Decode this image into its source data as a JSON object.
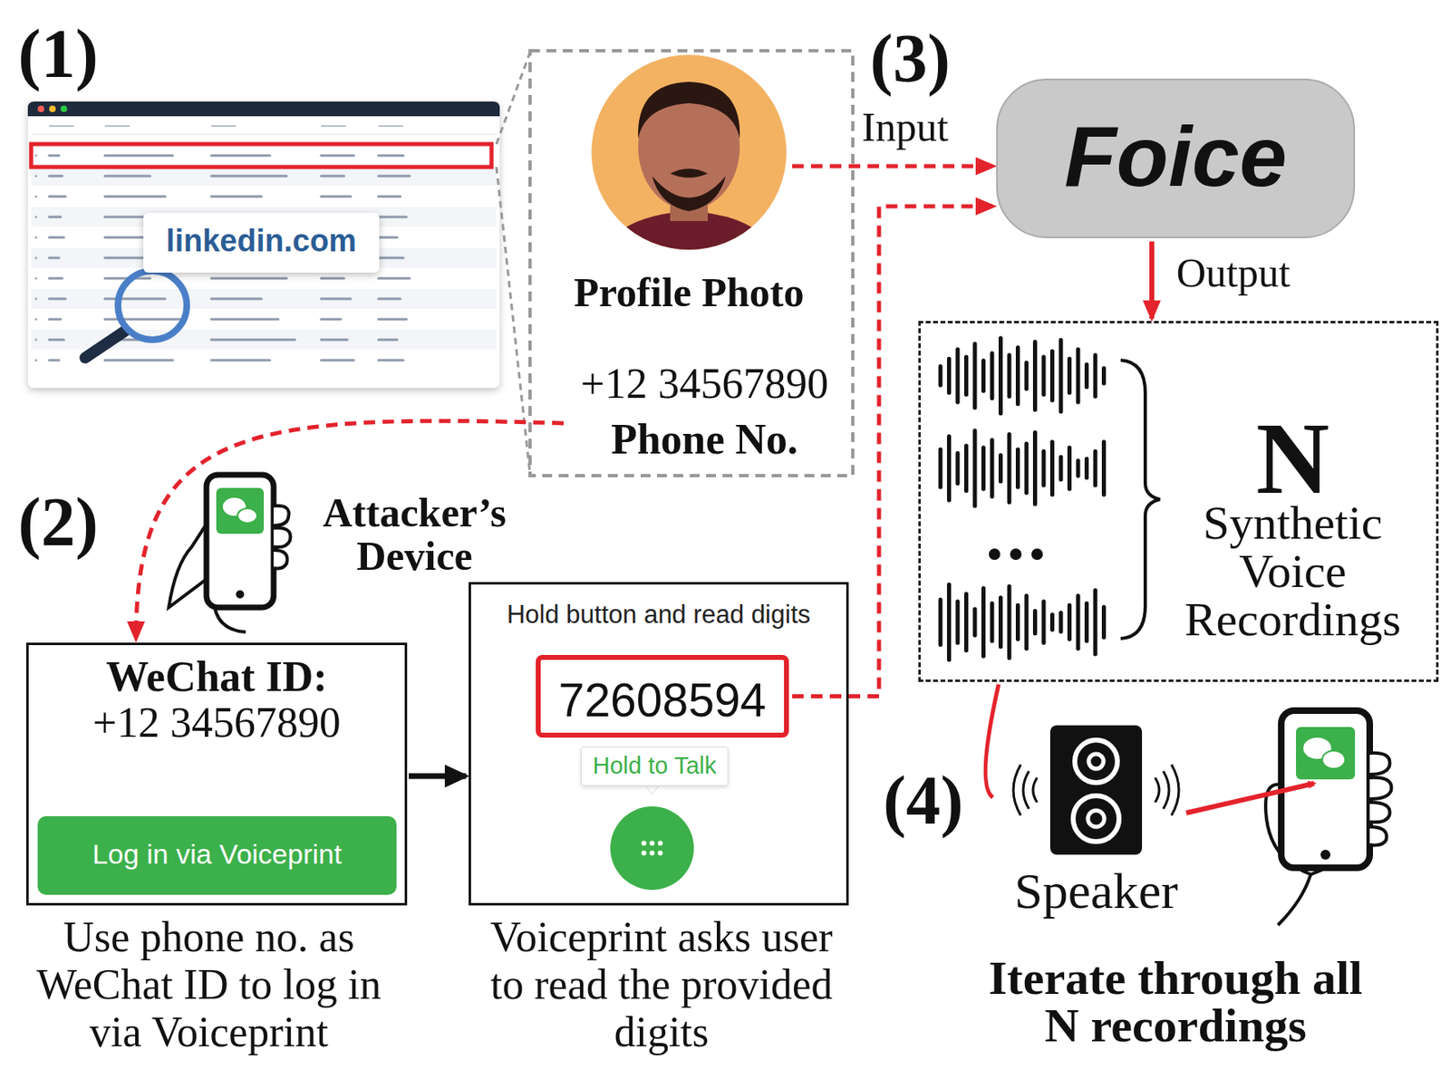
{
  "diagram": {
    "nodes": [
      {
        "text": [
          "linkedin.com"
        ]
      },
      {
        "text": [
          "Profile Photo"
        ]
      },
      {
        "text": [
          "+12 34567890",
          "Phone No."
        ]
      },
      {
        "text": [
          "Foice"
        ]
      },
      {
        "text": [
          "N",
          "Synthetic Voice Recordings"
        ]
      },
      {
        "text": [
          "WeChat ID:",
          "+12 34567890"
        ]
      },
      {
        "text": [
          "Log in via Voiceprint"
        ],
        "in": 5
      },
      {
        "text": [
          "Hold button and read digits"
        ]
      },
      {
        "text": [
          "72608594"
        ],
        "in": 7
      },
      {
        "text": [
          "Hold to Talk"
        ],
        "in": 7
      },
      {
        "text": [
          "Speaker"
        ]
      }
    ],
    "edges": [
      {
        "from": 1,
        "to": 3,
        "arrow": "to"
      },
      {
        "from": 2,
        "to": 5,
        "arrow": "to"
      },
      {
        "from": 5,
        "to": 7,
        "arrow": "to"
      },
      {
        "from": 8,
        "to": 3,
        "arrow": "to"
      },
      {
        "from": 3,
        "to": 4,
        "arrow": "to"
      },
      {
        "from": 4,
        "to": 10,
        "arrow": "none"
      }
    ],
    "labels": [
      "(1)",
      "(3)",
      "Input",
      "Output",
      "(2)",
      "Attacker’s Device",
      "Use phone no. as WeChat ID to log in via Voiceprint",
      "Voiceprint asks user to read the provided digits",
      "(4)",
      "Iterate through all N recordings"
    ]
  }
}
